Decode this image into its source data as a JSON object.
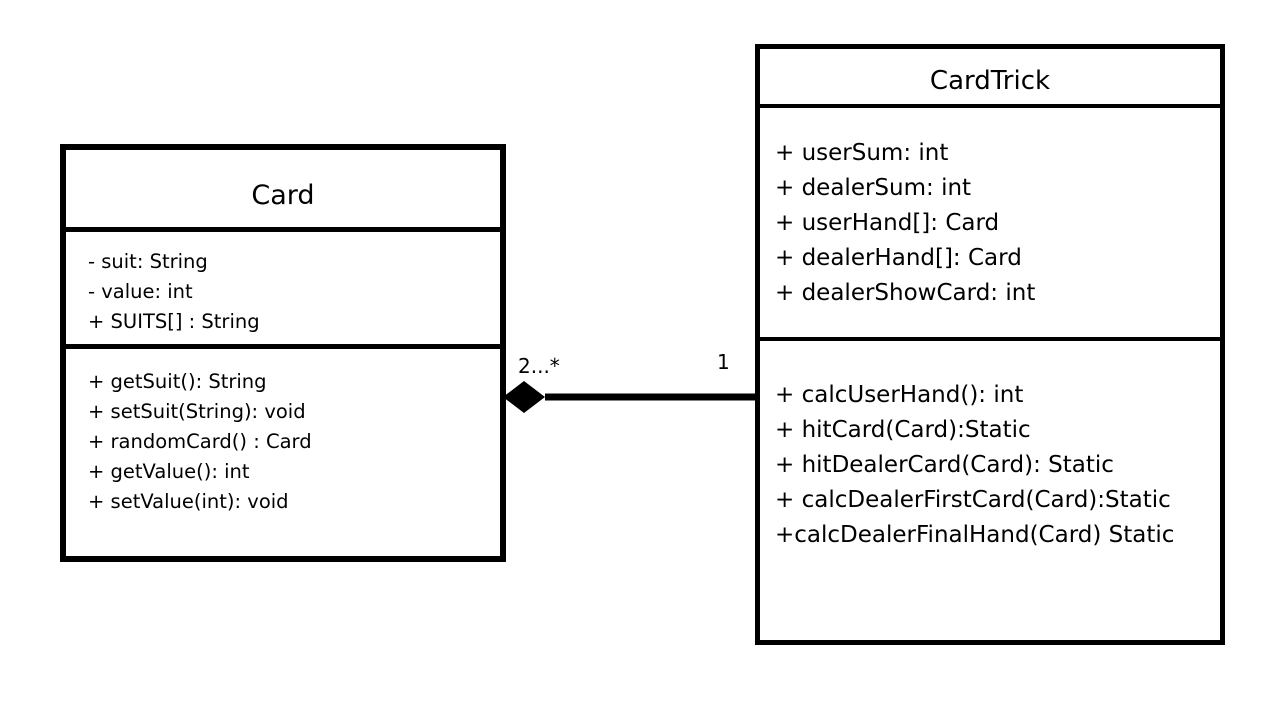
{
  "diagram": {
    "classes": [
      {
        "name": "Card",
        "attributes": [
          "- suit: String",
          "- value: int",
          "+ SUITS[] : String"
        ],
        "operations": [
          "+ getSuit(): String",
          "+ setSuit(String): void",
          "+ randomCard() : Card",
          "+ getValue(): int",
          "+ setValue(int): void"
        ]
      },
      {
        "name": "CardTrick",
        "attributes": [
          "+ userSum: int",
          "+ dealerSum: int",
          "+ userHand[]: Card",
          "+ dealerHand[]: Card",
          "+ dealerShowCard: int"
        ],
        "operations": [
          "+ calcUserHand(): int",
          "+ hitCard(Card):Static",
          "+ hitDealerCard(Card): Static",
          "+ calcDealerFirstCard(Card):Static",
          "+calcDealerFinalHand(Card) Static"
        ]
      }
    ],
    "association": {
      "type": "composition",
      "whole": "Card",
      "part": "CardTrick",
      "multiplicity_card_end": "2...*",
      "multiplicity_cardtrick_end": "1"
    },
    "colors": {
      "stroke": "#000000",
      "background": "#ffffff"
    }
  }
}
